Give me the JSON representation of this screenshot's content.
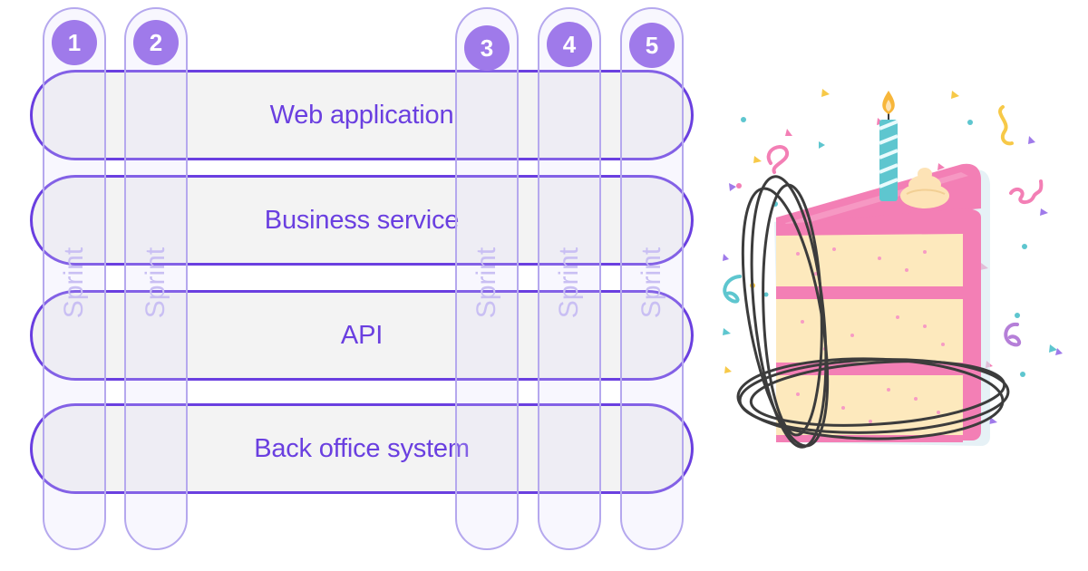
{
  "layers": [
    {
      "label": "Web application"
    },
    {
      "label": "Business service"
    },
    {
      "label": "API"
    },
    {
      "label": "Back office system"
    }
  ],
  "sprints": [
    {
      "number": "1",
      "label": "Sprint"
    },
    {
      "number": "2",
      "label": "Sprint"
    },
    {
      "number": "3",
      "label": "Sprint"
    },
    {
      "number": "4",
      "label": "Sprint"
    },
    {
      "number": "5",
      "label": "Sprint"
    }
  ],
  "illustration": {
    "name": "birthday-cake-slice",
    "colors": {
      "frosting": "#f37fb5",
      "sponge": "#fde9bd",
      "candle": "#5ec6cf",
      "flame": "#f7b63a",
      "scribble": "#3c3c3c"
    }
  },
  "colors": {
    "layer_border": "#6a3fe0",
    "layer_fill": "#ececec",
    "sprint_border": "#b5a8ee",
    "sprint_badge": "#9f7aea",
    "sprint_text": "#c9bff3"
  }
}
